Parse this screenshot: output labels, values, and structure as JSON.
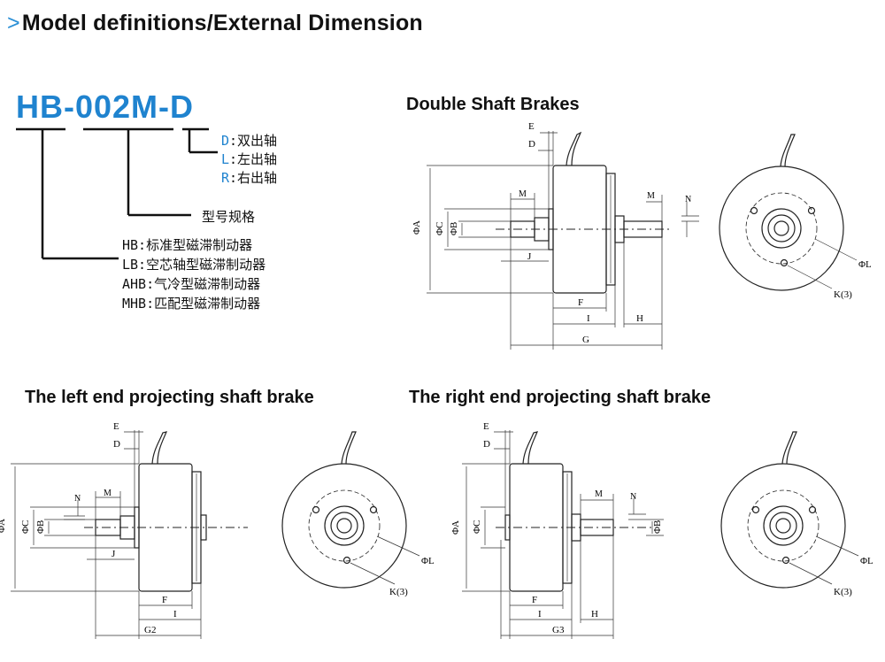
{
  "header": {
    "arrow": ">",
    "title": "Model definitions/External Dimension"
  },
  "model": {
    "code": "HB-002M-D",
    "suffix_options": [
      {
        "key": "D",
        "text": ":双出轴"
      },
      {
        "key": "L",
        "text": ":左出轴"
      },
      {
        "key": "R",
        "text": ":右出轴"
      }
    ],
    "size_label": "型号规格",
    "types": [
      "HB:标准型磁滞制动器",
      "LB:空芯轴型磁滞制动器",
      "AHB:气冷型磁滞制动器",
      "MHB:匹配型磁滞制动器"
    ]
  },
  "sections": {
    "double": "Double Shaft Brakes",
    "left": "The left end projecting shaft brake",
    "right": "The right end projecting shaft brake"
  },
  "dims": {
    "A": "ΦA",
    "C": "ΦC",
    "B": "ΦB",
    "L": "ΦL",
    "K": "K(3)",
    "D": "D",
    "E": "E",
    "F": "F",
    "I": "I",
    "J": "J",
    "M": "M",
    "N": "N",
    "H": "H",
    "G": "G",
    "G2": "G2",
    "G3": "G3"
  },
  "colors": {
    "accent": "#1f83cf"
  }
}
